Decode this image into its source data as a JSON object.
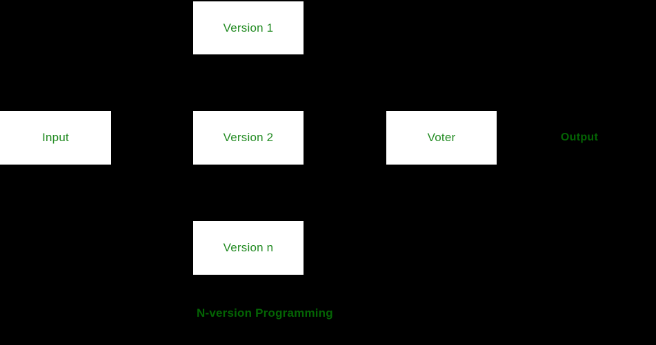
{
  "theme": {
    "background": "#000000",
    "box_fill": "#ffffff",
    "box_text_color": "#228B22",
    "accent_text_color": "#046404"
  },
  "diagram": {
    "title": "N-version Programming",
    "boxes": {
      "version1": "Version 1",
      "input": "Input",
      "version2": "Version 2",
      "voter": "Voter",
      "version_n": "Version n"
    },
    "output_label": "Output",
    "caption": "N-version Programming"
  }
}
